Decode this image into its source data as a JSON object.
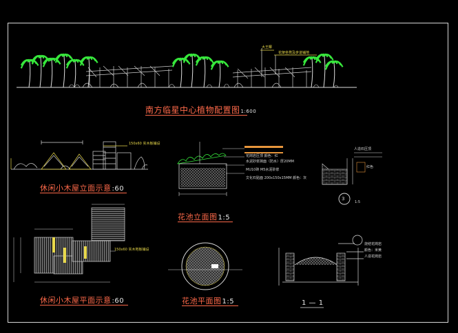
{
  "drawings": {
    "main_plan": {
      "title": "南方临星中心植物配置图",
      "scale": "1:600"
    },
    "cabin_elevation": {
      "title": "休闲小木屋立面示意",
      "scale": ":60",
      "note": "150x60 实木板铺设"
    },
    "planter_elevation": {
      "title": "花池立面图",
      "scale": "1:5"
    },
    "cabin_plan": {
      "title": "休闲小木屋平面示意",
      "scale": ":60",
      "note": "150x60 实木地板铺设"
    },
    "planter_plan": {
      "title": "花池平面图",
      "scale": "1:5"
    },
    "section": {
      "title": "1 — 1",
      "bubble": "3",
      "scale": "1:5"
    }
  },
  "notes": {
    "top_1": "大王椰",
    "top_2": "花架坐凳及步道铺地",
    "planter_1": "花岗岩压顶 颜色：红",
    "planter_2": "水泥砂浆抹面（防水）厚20MM",
    "planter_3": "MU10砖 M5水泥砂浆",
    "planter_4": "文化石贴面 200x150x15MM 颜色：灰",
    "detail_1": "人造石压顶",
    "detail_2": "红色",
    "section_1": "烧结花岗岩",
    "section_2": "颜色：米黄",
    "section_3": "人造花岗岩"
  },
  "colors": {
    "title": "#ff6a4a",
    "palm": "#37e83c",
    "line": "#d8d8d8",
    "accent": "#e8d84a",
    "band": "#e8963c"
  }
}
